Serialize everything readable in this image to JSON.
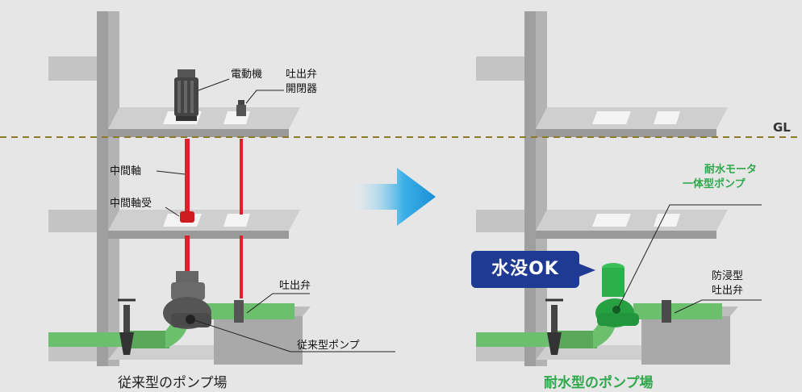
{
  "labels": {
    "motor": "電動機",
    "valve_opener_1": "吐出弁",
    "valve_opener_2": "開閉器",
    "shaft": "中間軸",
    "bearing": "中間軸受",
    "valve_left": "吐出弁",
    "conventional_pump": "従来型ポンプ",
    "gl": "GL",
    "new_pump_1": "耐水モータ",
    "new_pump_2": "一体型ポンプ",
    "flood_valve_1": "防浸型",
    "flood_valve_2": "吐出弁",
    "badge": "水没OK"
  },
  "captions": {
    "left": "従来型のポンプ場",
    "right": "耐水型のポンプ場"
  },
  "colors": {
    "background": "#e6e6e6",
    "structure": "#a9a9a9",
    "shaft_red": "#e0202a",
    "pipe_green": "#6cbf6c",
    "pump_green": "#2bb04a",
    "arrow_blue": "#1aa0e0",
    "badge_blue": "#1f3a93",
    "caption_green": "#2ea84a",
    "gl_line": "#8a7a2a"
  }
}
